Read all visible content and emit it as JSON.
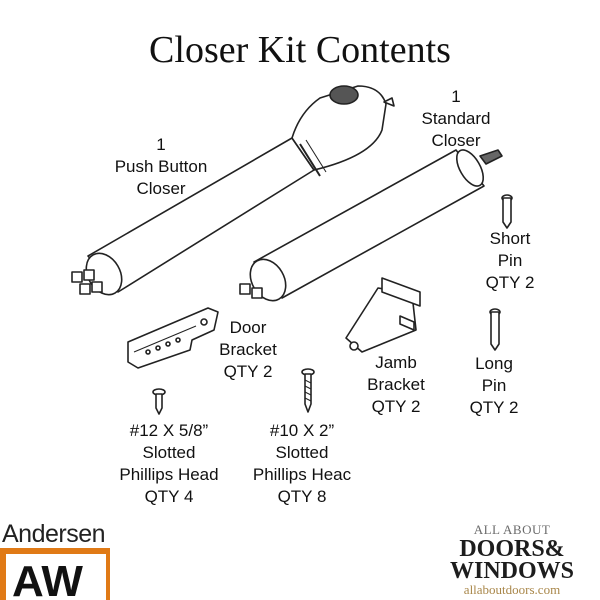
{
  "title": "Closer Kit Contents",
  "items": {
    "push_button_closer": [
      "1",
      "Push Button",
      "Closer"
    ],
    "standard_closer": [
      "1",
      "Standard",
      "Closer"
    ],
    "short_pin": [
      "Short",
      "Pin",
      "QTY 2"
    ],
    "door_bracket": [
      "Door",
      "Bracket",
      "QTY 2"
    ],
    "jamb_bracket": [
      "Jamb",
      "Bracket",
      "QTY 2"
    ],
    "long_pin": [
      "Long",
      "Pin",
      "QTY 2"
    ],
    "screw_12": [
      "#12 X 5/8”",
      "Slotted",
      "Phillips Head",
      "QTY 4"
    ],
    "screw_10": [
      "#10 X 2”",
      "Slotted",
      "Phillips Heac",
      "QTY 8"
    ]
  },
  "brand_left": {
    "name": "Andersen",
    "mark": "AW",
    "accent": "#e07a16"
  },
  "brand_right": {
    "line1": "ALL ABOUT",
    "line2": "DOORS&",
    "line3": "WINDOWS",
    "url": "allaboutdoors.com"
  }
}
